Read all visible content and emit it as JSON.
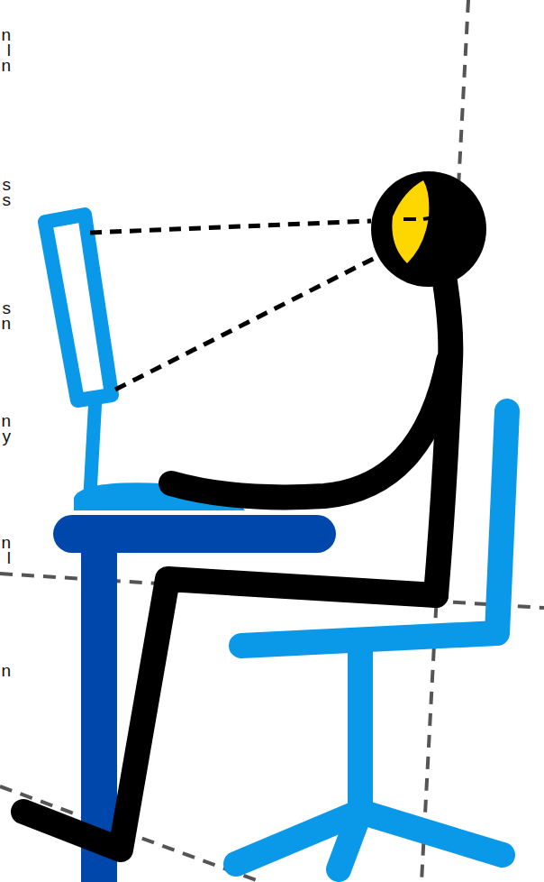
{
  "diagram": {
    "labels": [
      "n",
      "l",
      "n",
      "s",
      "s",
      "s",
      "n",
      "n",
      "y",
      "n",
      "l",
      "n"
    ]
  }
}
